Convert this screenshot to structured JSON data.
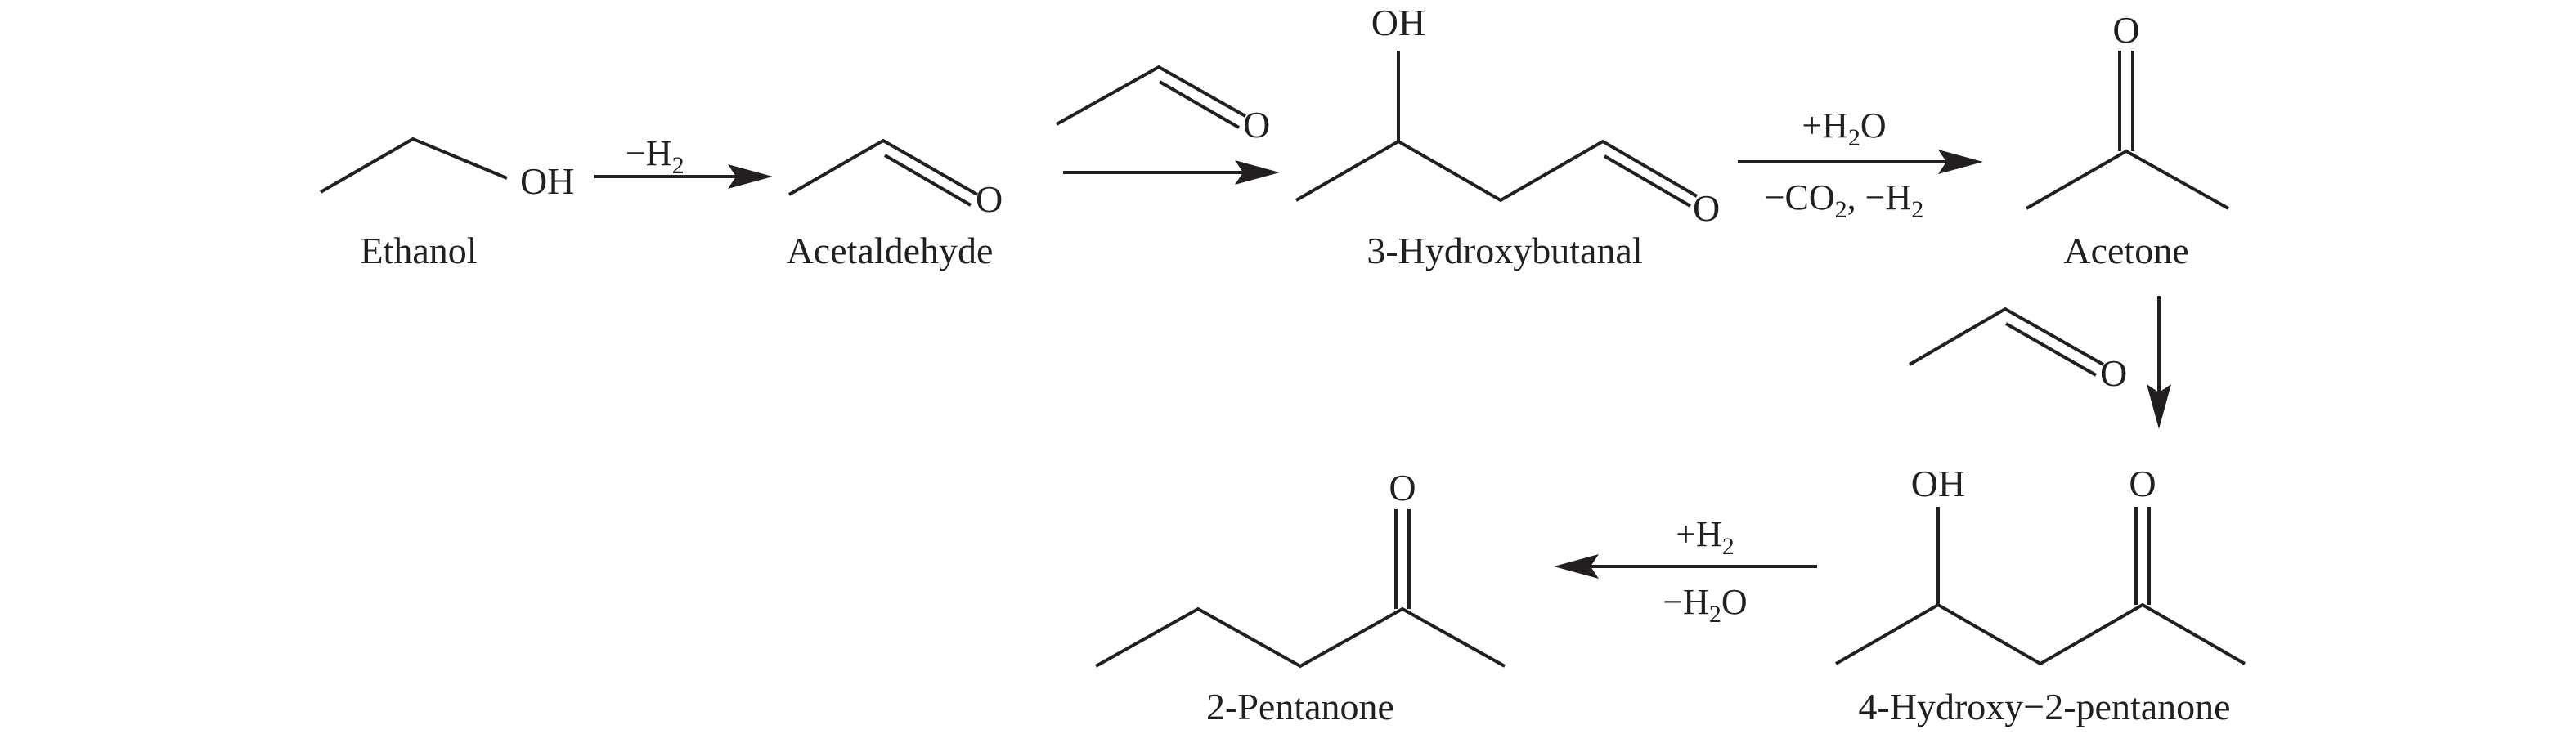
{
  "atoms": {
    "oh": "OH",
    "o": "O"
  },
  "compounds": {
    "ethanol": "Ethanol",
    "acetaldehyde": "Acetaldehyde",
    "hydroxybutanal": "3-Hydroxybutanal",
    "acetone": "Acetone",
    "hydroxypentanone": "4-Hydroxy−2-pentanone",
    "pentanone": "2-Pentanone"
  },
  "conditions": {
    "step1": {
      "minus": "−H",
      "sub": "2"
    },
    "step3_top": {
      "pre": "+H",
      "sub": "2",
      "post": "O"
    },
    "step3_bottom": {
      "pre": "−CO",
      "sub1": "2",
      "mid": ", −H",
      "sub2": "2"
    },
    "step5_top": {
      "pre": "+H",
      "sub": "2"
    },
    "step5_bottom": {
      "pre": "−H",
      "sub": "2",
      "post": "O"
    }
  },
  "colors": {
    "ink": "#231f20",
    "background": "#ffffff"
  }
}
